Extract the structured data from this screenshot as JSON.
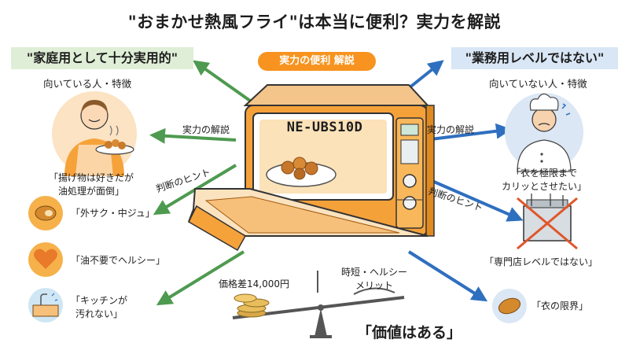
{
  "title": "\"おまかせ熱風フライ\"は本当に便利？実力を解説",
  "center_badge": "実力の便利 解説",
  "left": {
    "heading": "\"家庭用として十分実用的\"",
    "subheading": "向いている人・特徴",
    "mid_label": "実力の解説",
    "person_caption": "「揚げ物は好きだが\n油処理が面倒」",
    "hint_label": "判断のヒント",
    "points": [
      "「外サク・中ジュ」",
      "「油不要でヘルシー」",
      "「キッチンが\n汚れない」"
    ]
  },
  "right": {
    "heading": "\"業務用レベルではない\"",
    "subheading": "向いていない人・特徴",
    "mid_label": "実力の解説",
    "person_caption": "「衣を極限まで\nカリッとさせたい」",
    "hint_label": "判断のヒント",
    "points": [
      "「専門店レベルではない」",
      "「衣の限界」"
    ]
  },
  "oven": {
    "model": "NE-UBS10D"
  },
  "balance": {
    "left_label": "価格差14,000円",
    "right_label": "時短・ヘルシー\nメリット",
    "verdict": "「価値はある」"
  },
  "colors": {
    "left_arrow": "#4e9a50",
    "right_arrow": "#2f6fbf",
    "accent": "#f7931e"
  }
}
